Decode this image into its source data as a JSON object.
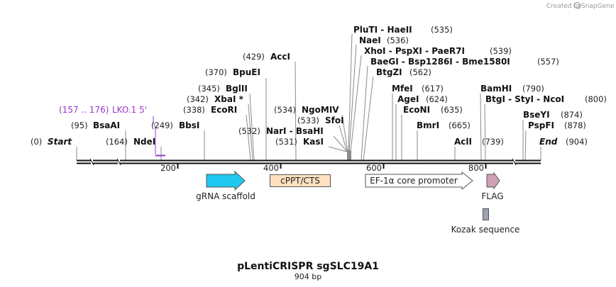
{
  "header": {
    "credit": "Created by",
    "brand": "SnapGene"
  },
  "map": {
    "title": "pLentiCRISPR sgSLC19A1",
    "length_label": "904 bp",
    "total_bp": 904,
    "ticks": [
      {
        "bp": 200,
        "label": "200"
      },
      {
        "bp": 400,
        "label": "400"
      },
      {
        "bp": 600,
        "label": "600"
      },
      {
        "bp": 800,
        "label": "800"
      }
    ],
    "primer": {
      "range": "(157 .. 176)",
      "name": "LKO.1 5'",
      "start": 157,
      "end": 176,
      "color": "#9a35c9"
    },
    "sites": [
      {
        "id": "start",
        "pos": "(0)",
        "name": "Start",
        "bp": 0,
        "italic": true
      },
      {
        "id": "bsaai",
        "pos": "(95)",
        "name": "BsaAI",
        "bp": 95
      },
      {
        "id": "ndei",
        "pos": "(164)",
        "name": "NdeI",
        "bp": 164
      },
      {
        "id": "bbsi",
        "pos": "(249)",
        "name": "BbsI",
        "bp": 249
      },
      {
        "id": "ecori",
        "pos": "(338)",
        "name": "EcoRI",
        "bp": 338
      },
      {
        "id": "xbai",
        "pos": "(342)",
        "name": "XbaI *",
        "bp": 342
      },
      {
        "id": "bglii",
        "pos": "(345)",
        "name": "BglII",
        "bp": 345
      },
      {
        "id": "bpuei",
        "pos": "(370)",
        "name": "BpuEI",
        "bp": 370
      },
      {
        "id": "acci",
        "pos": "(429)",
        "name": "AccI",
        "bp": 429
      },
      {
        "id": "nari",
        "pos": "(532)",
        "name": "NarI  -  BsaHI",
        "bp": 532
      },
      {
        "id": "kasi",
        "pos": "(531)",
        "name": "KasI",
        "bp": 531
      },
      {
        "id": "sfoi",
        "pos": "(533)",
        "name": "SfoI",
        "bp": 533
      },
      {
        "id": "ngomiv",
        "pos": "(534)",
        "name": "NgoMIV",
        "bp": 534
      },
      {
        "id": "pluti",
        "pos": "(535)",
        "name": "PluTI  -  HaeII",
        "bp": 535
      },
      {
        "id": "naei",
        "pos": "(536)",
        "name": "NaeI",
        "bp": 536
      },
      {
        "id": "xhoi",
        "pos": "(539)",
        "name": "XhoI  -  PspXI  -  PaeR7I",
        "bp": 539
      },
      {
        "id": "baegi",
        "pos": "(557)",
        "name": "BaeGI  -  Bsp1286I  -  Bme1580I",
        "bp": 557
      },
      {
        "id": "btgzi",
        "pos": "(562)",
        "name": "BtgZI",
        "bp": 562
      },
      {
        "id": "mfei",
        "pos": "(617)",
        "name": "MfeI",
        "bp": 617
      },
      {
        "id": "agei",
        "pos": "(624)",
        "name": "AgeI",
        "bp": 624
      },
      {
        "id": "econi",
        "pos": "(635)",
        "name": "EcoNI",
        "bp": 635
      },
      {
        "id": "bmri",
        "pos": "(665)",
        "name": "BmrI",
        "bp": 665
      },
      {
        "id": "acli",
        "pos": "(739)",
        "name": "AclI",
        "bp": 739
      },
      {
        "id": "bamhi",
        "pos": "(790)",
        "name": "BamHI",
        "bp": 790
      },
      {
        "id": "btgi",
        "pos": "(800)",
        "name": "BtgI  -  StyI  -  NcoI",
        "bp": 800
      },
      {
        "id": "bseyi",
        "pos": "(874)",
        "name": "BseYI",
        "bp": 874
      },
      {
        "id": "pspfi",
        "pos": "(878)",
        "name": "PspFI",
        "bp": 878
      },
      {
        "id": "end",
        "pos": "(904)",
        "name": "End",
        "bp": 904,
        "italic": true
      }
    ],
    "features": [
      {
        "id": "grna",
        "name": "gRNA scaffold",
        "kind": "arrow",
        "color": "#1ec8f0"
      },
      {
        "id": "cppt",
        "name": "cPPT/CTS",
        "kind": "box",
        "color": "#ffe1c0"
      },
      {
        "id": "ef1a",
        "name": "EF-1α core promoter",
        "kind": "arrow",
        "color": "#ffffff"
      },
      {
        "id": "flag",
        "name": "FLAG",
        "kind": "arrow",
        "color": "#cf9fb3"
      },
      {
        "id": "kozak",
        "name": "Kozak sequence",
        "kind": "box",
        "color": "#9aa5b0"
      }
    ]
  }
}
